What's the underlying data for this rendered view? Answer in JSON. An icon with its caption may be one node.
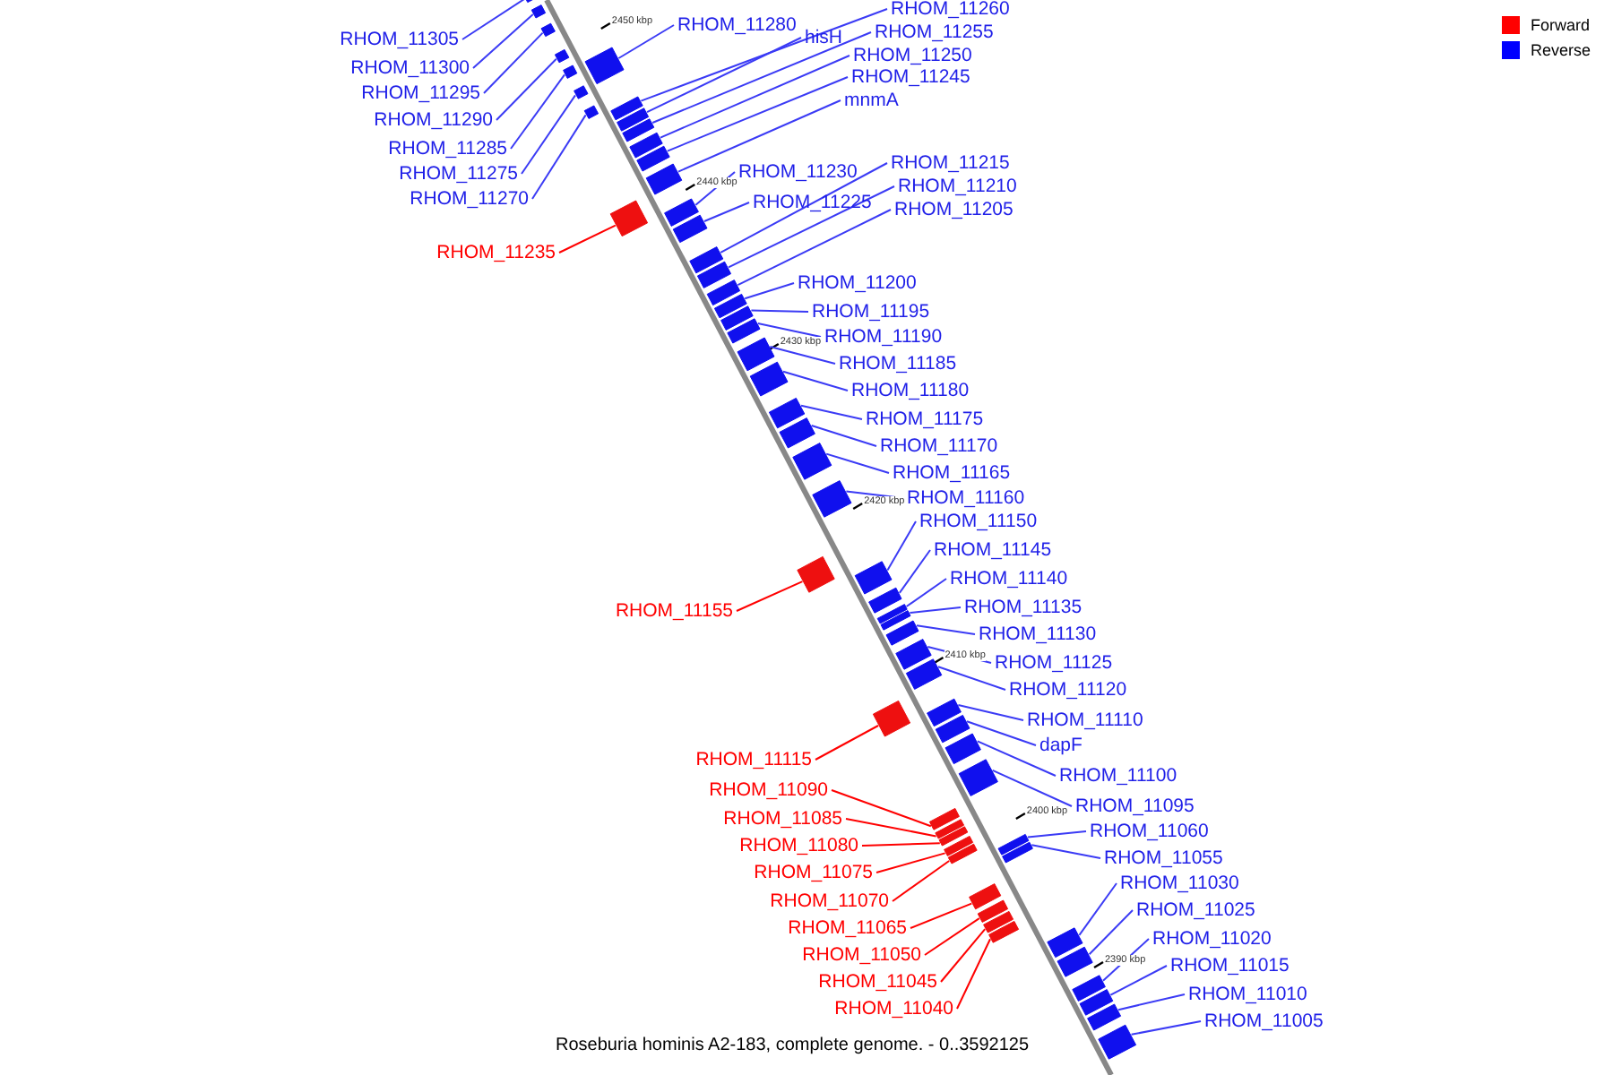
{
  "diagram": {
    "caption": "Roseburia hominis A2-183, complete genome. - 0..3592125",
    "nodes": [
      {
        "text": [
          "RHOM_11260"
        ]
      },
      {
        "text": [
          "RHOM_11280"
        ]
      },
      {
        "text": [
          "RHOM_11255"
        ]
      },
      {
        "text": [
          "hisH"
        ]
      },
      {
        "text": [
          "RHOM_11305"
        ]
      },
      {
        "text": [
          "RHOM_11250"
        ]
      },
      {
        "text": [
          "RHOM_11300"
        ]
      },
      {
        "text": [
          "RHOM_11245"
        ]
      },
      {
        "text": [
          "RHOM_11295"
        ]
      },
      {
        "text": [
          "mnmA"
        ]
      },
      {
        "text": [
          "RHOM_11290"
        ]
      },
      {
        "text": [
          "RHOM_11285"
        ]
      },
      {
        "text": [
          "RHOM_11215"
        ]
      },
      {
        "text": [
          "RHOM_11230"
        ]
      },
      {
        "text": [
          "RHOM_11275"
        ]
      },
      {
        "text": [
          "RHOM_11210"
        ]
      },
      {
        "text": [
          "RHOM_11225"
        ]
      },
      {
        "text": [
          "RHOM_11270"
        ]
      },
      {
        "text": [
          "RHOM_11205"
        ]
      },
      {
        "text": [
          "RHOM_11235"
        ]
      },
      {
        "text": [
          "RHOM_11200"
        ]
      },
      {
        "text": [
          "RHOM_11195"
        ]
      },
      {
        "text": [
          "RHOM_11190"
        ]
      },
      {
        "text": [
          "RHOM_11185"
        ]
      },
      {
        "text": [
          "RHOM_11180"
        ]
      },
      {
        "text": [
          "RHOM_11175"
        ]
      },
      {
        "text": [
          "RHOM_11170"
        ]
      },
      {
        "text": [
          "RHOM_11165"
        ]
      },
      {
        "text": [
          "RHOM_11160"
        ]
      },
      {
        "text": [
          "RHOM_11150"
        ]
      },
      {
        "text": [
          "RHOM_11145"
        ]
      },
      {
        "text": [
          "RHOM_11140"
        ]
      },
      {
        "text": [
          "RHOM_11155"
        ]
      },
      {
        "text": [
          "RHOM_11135"
        ]
      },
      {
        "text": [
          "RHOM_11130"
        ]
      },
      {
        "text": [
          "RHOM_11125"
        ]
      },
      {
        "text": [
          "RHOM_11120"
        ]
      },
      {
        "text": [
          "RHOM_11110"
        ]
      },
      {
        "text": [
          "dapF"
        ]
      },
      {
        "text": [
          "RHOM_11115"
        ]
      },
      {
        "text": [
          "RHOM_11100"
        ]
      },
      {
        "text": [
          "RHOM_11090"
        ]
      },
      {
        "text": [
          "RHOM_11095"
        ]
      },
      {
        "text": [
          "RHOM_11085"
        ]
      },
      {
        "text": [
          "RHOM_11060"
        ]
      },
      {
        "text": [
          "RHOM_11080"
        ]
      },
      {
        "text": [
          "RHOM_11055"
        ]
      },
      {
        "text": [
          "RHOM_11075"
        ]
      },
      {
        "text": [
          "RHOM_11030"
        ]
      },
      {
        "text": [
          "RHOM_11070"
        ]
      },
      {
        "text": [
          "RHOM_11025"
        ]
      },
      {
        "text": [
          "RHOM_11065"
        ]
      },
      {
        "text": [
          "RHOM_11020"
        ]
      },
      {
        "text": [
          "RHOM_11050"
        ]
      },
      {
        "text": [
          "RHOM_11015"
        ]
      },
      {
        "text": [
          "RHOM_11045"
        ]
      },
      {
        "text": [
          "RHOM_11010"
        ]
      },
      {
        "text": [
          "RHOM_11040"
        ]
      },
      {
        "text": [
          "RHOM_11005"
        ]
      },
      {
        "text": [],
        "shape": "box"
      },
      {
        "text": [],
        "shape": "box"
      },
      {
        "text": [],
        "shape": "box"
      },
      {
        "text": [],
        "shape": "box"
      },
      {
        "text": [],
        "shape": "box"
      },
      {
        "text": [],
        "shape": "box"
      },
      {
        "text": [],
        "shape": "box"
      },
      {
        "text": [],
        "shape": "box"
      },
      {
        "text": [],
        "shape": "box"
      },
      {
        "text": [],
        "shape": "box"
      },
      {
        "text": [],
        "shape": "box"
      },
      {
        "text": [],
        "shape": "box"
      },
      {
        "text": [],
        "shape": "box"
      },
      {
        "text": [],
        "shape": "box"
      },
      {
        "text": [],
        "shape": "box"
      },
      {
        "text": [],
        "shape": "box"
      },
      {
        "text": [],
        "shape": "box"
      },
      {
        "text": [],
        "shape": "box"
      },
      {
        "text": [],
        "shape": "box"
      },
      {
        "text": [],
        "shape": "box"
      },
      {
        "text": [],
        "shape": "box"
      },
      {
        "text": [],
        "shape": "box"
      },
      {
        "text": [],
        "shape": "box"
      },
      {
        "text": [],
        "shape": "box"
      },
      {
        "text": [],
        "shape": "box"
      },
      {
        "text": [],
        "shape": "box"
      },
      {
        "text": [],
        "shape": "box"
      },
      {
        "text": [],
        "shape": "box"
      },
      {
        "text": [],
        "shape": "box"
      },
      {
        "text": [],
        "shape": "box"
      },
      {
        "text": [],
        "shape": "box"
      },
      {
        "text": [],
        "shape": "box"
      },
      {
        "text": [],
        "shape": "box"
      },
      {
        "text": [],
        "shape": "box"
      },
      {
        "text": [],
        "shape": "box"
      },
      {
        "text": [],
        "shape": "box"
      },
      {
        "text": [],
        "shape": "box"
      },
      {
        "text": [],
        "shape": "box"
      },
      {
        "text": [],
        "shape": "box"
      },
      {
        "text": [],
        "shape": "box"
      },
      {
        "text": [],
        "shape": "box"
      },
      {
        "text": [],
        "shape": "box"
      },
      {
        "text": [],
        "shape": "box"
      },
      {
        "text": [],
        "shape": "box"
      },
      {
        "text": [],
        "shape": "box"
      },
      {
        "text": [],
        "shape": "box"
      },
      {
        "text": [],
        "shape": "box"
      },
      {
        "text": [],
        "shape": "box"
      },
      {
        "text": [],
        "shape": "box"
      },
      {
        "text": [],
        "shape": "box"
      },
      {
        "text": [],
        "shape": "box"
      },
      {
        "text": [],
        "shape": "box"
      },
      {
        "text": [],
        "shape": "box"
      },
      {
        "text": [],
        "shape": "box"
      },
      {
        "text": [],
        "shape": "box"
      },
      {
        "text": [],
        "shape": "box"
      },
      {
        "text": [],
        "shape": "box"
      },
      {
        "text": [],
        "shape": "box"
      },
      {
        "text": [],
        "shape": "box"
      }
    ],
    "edges": [
      {
        "from": 0,
        "to": 59,
        "arrow": "none"
      },
      {
        "from": 1,
        "to": 60,
        "arrow": "none"
      },
      {
        "from": 2,
        "to": 61,
        "arrow": "none"
      },
      {
        "from": 3,
        "to": 62,
        "arrow": "none"
      },
      {
        "from": 4,
        "to": 63,
        "arrow": "none"
      },
      {
        "from": 5,
        "to": 64,
        "arrow": "none"
      },
      {
        "from": 6,
        "to": 65,
        "arrow": "none"
      },
      {
        "from": 7,
        "to": 66,
        "arrow": "none"
      },
      {
        "from": 8,
        "to": 67,
        "arrow": "none"
      },
      {
        "from": 9,
        "to": 68,
        "arrow": "none"
      },
      {
        "from": 10,
        "to": 69,
        "arrow": "none"
      },
      {
        "from": 11,
        "to": 70,
        "arrow": "none"
      },
      {
        "from": 12,
        "to": 71,
        "arrow": "none"
      },
      {
        "from": 13,
        "to": 72,
        "arrow": "none"
      },
      {
        "from": 14,
        "to": 73,
        "arrow": "none"
      },
      {
        "from": 15,
        "to": 74,
        "arrow": "none"
      },
      {
        "from": 16,
        "to": 75,
        "arrow": "none"
      },
      {
        "from": 17,
        "to": 76,
        "arrow": "none"
      },
      {
        "from": 18,
        "to": 77,
        "arrow": "none"
      },
      {
        "from": 19,
        "to": 78,
        "arrow": "none",
        "color": "#ff0000"
      },
      {
        "from": 20,
        "to": 79,
        "arrow": "none"
      },
      {
        "from": 21,
        "to": 80,
        "arrow": "none"
      },
      {
        "from": 22,
        "to": 81,
        "arrow": "none"
      },
      {
        "from": 23,
        "to": 82,
        "arrow": "none"
      },
      {
        "from": 24,
        "to": 83,
        "arrow": "none"
      },
      {
        "from": 25,
        "to": 84,
        "arrow": "none"
      },
      {
        "from": 26,
        "to": 85,
        "arrow": "none"
      },
      {
        "from": 27,
        "to": 86,
        "arrow": "none"
      },
      {
        "from": 28,
        "to": 87,
        "arrow": "none"
      },
      {
        "from": 29,
        "to": 88,
        "arrow": "none"
      },
      {
        "from": 30,
        "to": 89,
        "arrow": "none"
      },
      {
        "from": 31,
        "to": 90,
        "arrow": "none"
      },
      {
        "from": 32,
        "to": 91,
        "arrow": "none",
        "color": "#ff0000"
      },
      {
        "from": 33,
        "to": 92,
        "arrow": "none"
      },
      {
        "from": 34,
        "to": 93,
        "arrow": "none"
      },
      {
        "from": 35,
        "to": 94,
        "arrow": "none"
      },
      {
        "from": 36,
        "to": 95,
        "arrow": "none"
      },
      {
        "from": 37,
        "to": 96,
        "arrow": "none"
      },
      {
        "from": 38,
        "to": 97,
        "arrow": "none"
      },
      {
        "from": 39,
        "to": 98,
        "arrow": "none",
        "color": "#ff0000"
      },
      {
        "from": 40,
        "to": 99,
        "arrow": "none"
      },
      {
        "from": 41,
        "to": 100,
        "arrow": "none",
        "color": "#ff0000"
      },
      {
        "from": 42,
        "to": 101,
        "arrow": "none"
      },
      {
        "from": 43,
        "to": 102,
        "arrow": "none",
        "color": "#ff0000"
      },
      {
        "from": 44,
        "to": 103,
        "arrow": "none"
      },
      {
        "from": 45,
        "to": 104,
        "arrow": "none",
        "color": "#ff0000"
      },
      {
        "from": 46,
        "to": 105,
        "arrow": "none"
      },
      {
        "from": 47,
        "to": 106,
        "arrow": "none",
        "color": "#ff0000"
      },
      {
        "from": 48,
        "to": 107,
        "arrow": "none"
      },
      {
        "from": 49,
        "to": 108,
        "arrow": "none",
        "color": "#ff0000"
      },
      {
        "from": 50,
        "to": 109,
        "arrow": "none"
      },
      {
        "from": 51,
        "to": 110,
        "arrow": "none",
        "color": "#ff0000"
      },
      {
        "from": 52,
        "to": 111,
        "arrow": "none"
      },
      {
        "from": 53,
        "to": 112,
        "arrow": "none",
        "color": "#ff0000"
      },
      {
        "from": 54,
        "to": 113,
        "arrow": "none"
      },
      {
        "from": 55,
        "to": 114,
        "arrow": "none",
        "color": "#ff0000"
      },
      {
        "from": 56,
        "to": 115,
        "arrow": "none"
      },
      {
        "from": 57,
        "to": 116,
        "arrow": "none",
        "color": "#ff0000"
      },
      {
        "from": 58,
        "to": 117,
        "arrow": "none"
      }
    ],
    "labels": [
      "2450 kbp",
      "2440 kbp",
      "2430 kbp",
      "2420 kbp",
      "2410 kbp",
      "2400 kbp",
      "2390 kbp"
    ],
    "legend": [
      {
        "text": "Forward",
        "color": "#ff0000"
      },
      {
        "text": "Reverse",
        "color": "#0000ff"
      }
    ]
  }
}
